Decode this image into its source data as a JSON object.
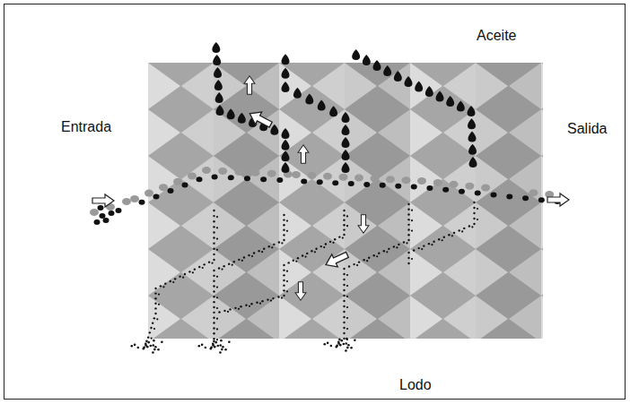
{
  "diagram": {
    "labels": [
      "Aceite",
      "Entrada",
      "Salida",
      "Lodo"
    ]
  }
}
